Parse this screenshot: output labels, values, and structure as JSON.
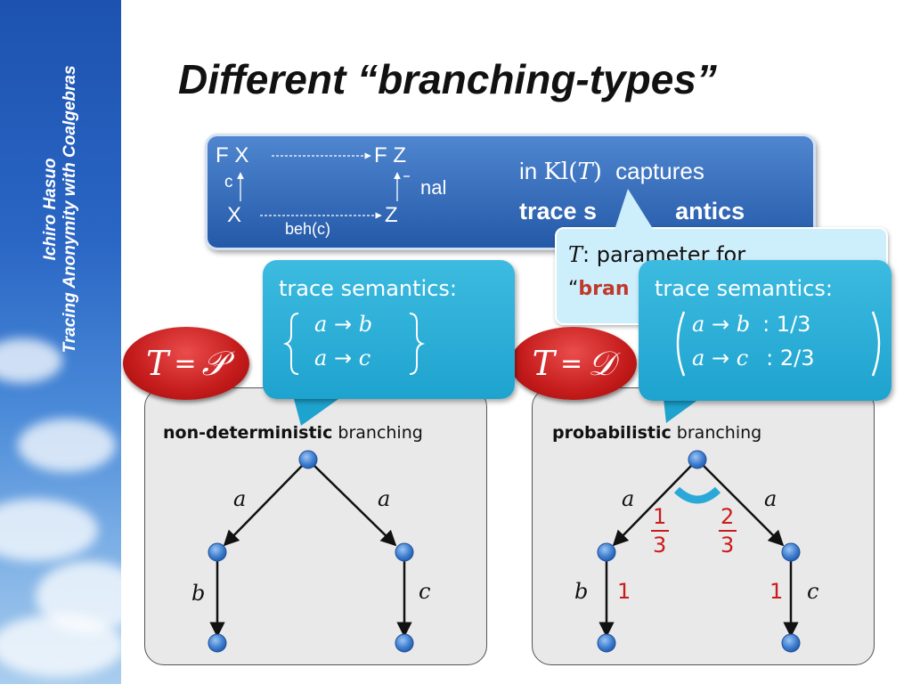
{
  "sidebar": {
    "line1": "Ichiro Hasuo",
    "line2": "Tracing Anonymity with Coalgebras"
  },
  "title": "Different “branching-types”",
  "diagram_box": {
    "fx": "F X",
    "fz": "F Z",
    "x": "X",
    "z": "Z",
    "c": "c",
    "nal": "nal",
    "beh": "beh(c)",
    "in": "in",
    "kl": "Kl(",
    "t": "T",
    "close": ")",
    "captures": "captures",
    "trace": "trace s",
    "trace_end": "antics"
  },
  "param_callout": {
    "t": "T",
    "text": ": parameter for",
    "quote": "“",
    "bran": "bran"
  },
  "left": {
    "ellipse_t": "T",
    "ellipse_eq": "=",
    "ellipse_p": "𝒫",
    "callout_title": "trace semantics:",
    "rows": [
      {
        "from": "a",
        "arrow": "→",
        "to": "b"
      },
      {
        "from": "a",
        "arrow": "→",
        "to": "c"
      }
    ],
    "branching_bold": "non-deterministic",
    "branching_rest": " branching",
    "edge_a1": "a",
    "edge_a2": "a",
    "edge_b": "b",
    "edge_c": "c"
  },
  "right": {
    "ellipse_t": "T",
    "ellipse_eq": "=",
    "ellipse_d": "𝒟",
    "callout_title": "trace semantics:",
    "rows": [
      {
        "from": "a",
        "arrow": "→",
        "to": "b",
        "prob": ": 1/3"
      },
      {
        "from": "a",
        "arrow": "→",
        "to": "c",
        "prob": ": 2/3"
      }
    ],
    "branching_bold": "probabilistic",
    "branching_rest": " branching",
    "edge_a1": "a",
    "edge_a2": "a",
    "edge_b": "b",
    "edge_c": "c",
    "num1": "1",
    "den1": "3",
    "num2": "2",
    "den2": "3",
    "one_left": "1",
    "one_right": "1"
  },
  "colors": {
    "accent_red": "#cc1a1a",
    "cyan": "#22a7d3",
    "node_blue": "#3f7fd0"
  }
}
